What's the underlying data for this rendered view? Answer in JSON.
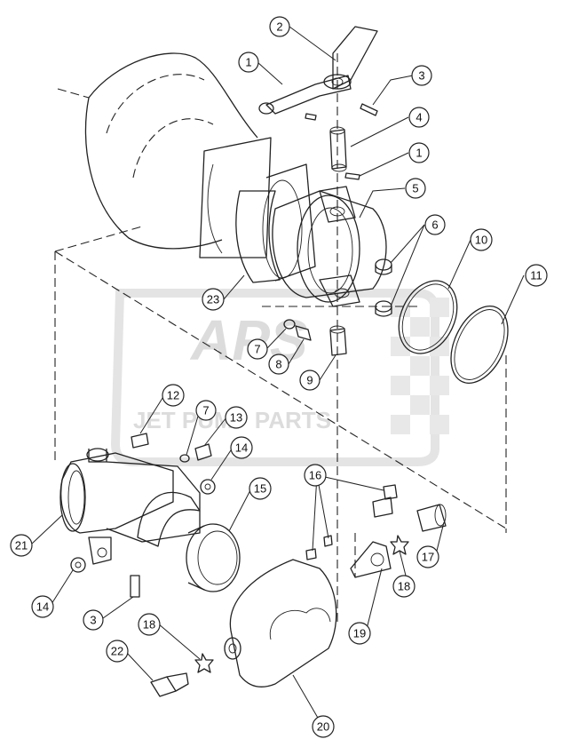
{
  "watermark": {
    "logo": "APS",
    "line": "JET PUMP PARTS"
  },
  "callouts": [
    "1",
    "2",
    "3",
    "4",
    "1",
    "5",
    "6",
    "10",
    "11",
    "23",
    "7",
    "8",
    "9",
    "12",
    "7",
    "13",
    "14",
    "15",
    "16",
    "21",
    "14",
    "3",
    "17",
    "18",
    "19",
    "18",
    "22",
    "20"
  ]
}
